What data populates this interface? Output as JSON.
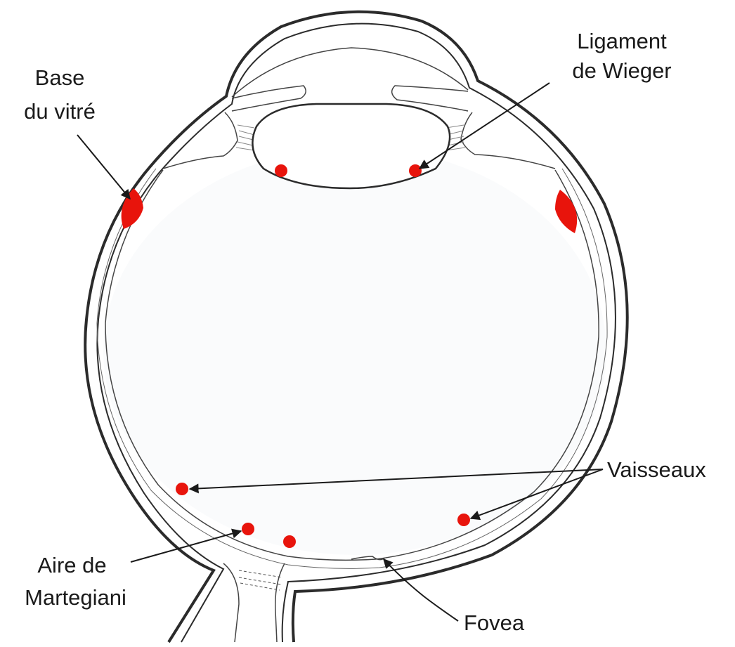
{
  "labels": {
    "base_line1": "Base",
    "base_line2": "du vitré",
    "ligament_line1": "Ligament",
    "ligament_line2": "de Wieger",
    "vaisseaux": "Vaisseaux",
    "aire_line1": "Aire de",
    "aire_line2": "Martegiani",
    "fovea": "Fovea"
  },
  "colors": {
    "outline": "#2b2b2b",
    "marker": "#e8140c",
    "vitreous": "#fafbfc",
    "text": "#1a1a1a"
  }
}
